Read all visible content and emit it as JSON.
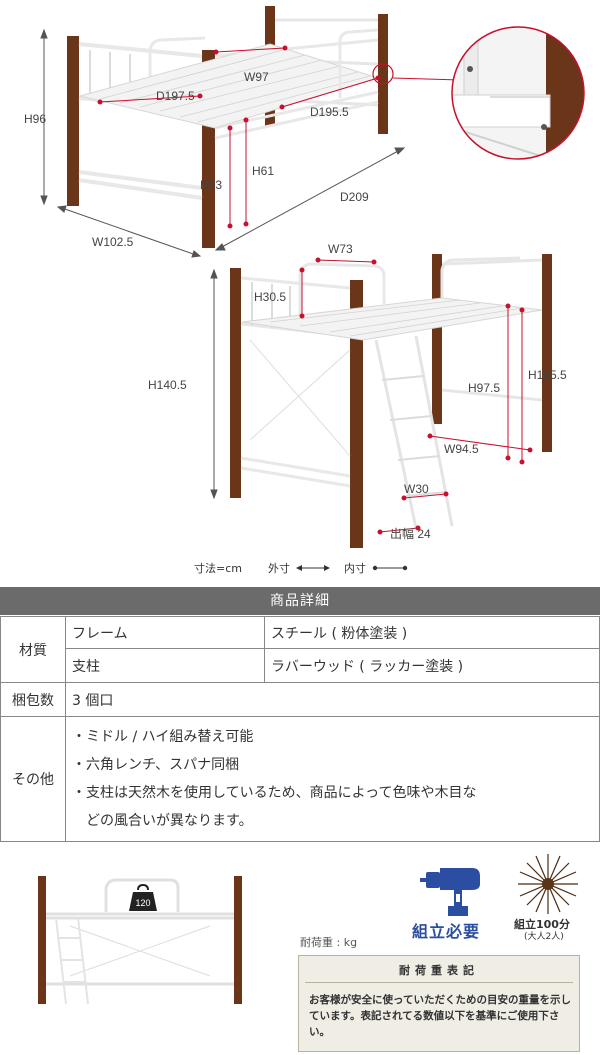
{
  "dimensions": {
    "unit_note": "寸法=cm",
    "outer_label": "外寸",
    "inner_label": "内寸",
    "mid": {
      "h96": "H96",
      "d197_5": "D197.5",
      "w97": "W97",
      "d195_5": "D195.5",
      "h53": "H53",
      "h61": "H61",
      "d209": "D209",
      "w102_5": "W102.5"
    },
    "high": {
      "w73": "W73",
      "h30_5": "H30.5",
      "h140_5": "H140.5",
      "h105_5": "H105.5",
      "h97_5": "H97.5",
      "w94_5": "W94.5",
      "w30": "W30",
      "depth24": "出幅 24"
    }
  },
  "spec": {
    "title": "商品詳細",
    "material_label": "材質",
    "frame_label": "フレーム",
    "frame_value": "スチール ( 粉体塗装 )",
    "post_label": "支柱",
    "post_value": "ラバーウッド ( ラッカー塗装 )",
    "package_label": "梱包数",
    "package_value": "3 個口",
    "other_label": "その他",
    "notes": [
      "・ミドル / ハイ組み替え可能",
      "・六角レンチ、スパナ同梱",
      "・支柱は天然木を使用しているため、商品によって色味や木目な",
      "　どの風合いが異なります。"
    ]
  },
  "bottom": {
    "load_weight": "120",
    "load_label": "耐荷重 : kg",
    "assembly_required": "組立必要",
    "assembly_time": "組立100分",
    "assembly_people": "(大人2人)",
    "notice_title": "耐荷重表記",
    "notice_body": "お客様が安全に使っていただくための目安の重量を示しています。表記されてる数値以下を基準にご使用下さい。"
  },
  "colors": {
    "wood": "#6b3519",
    "steel": "#f4f4f4",
    "dim_line": "#c8102e",
    "header_bg": "#6b6b6b",
    "badge_bg": "#f0ede4",
    "drill_blue": "#2b4ea2"
  }
}
